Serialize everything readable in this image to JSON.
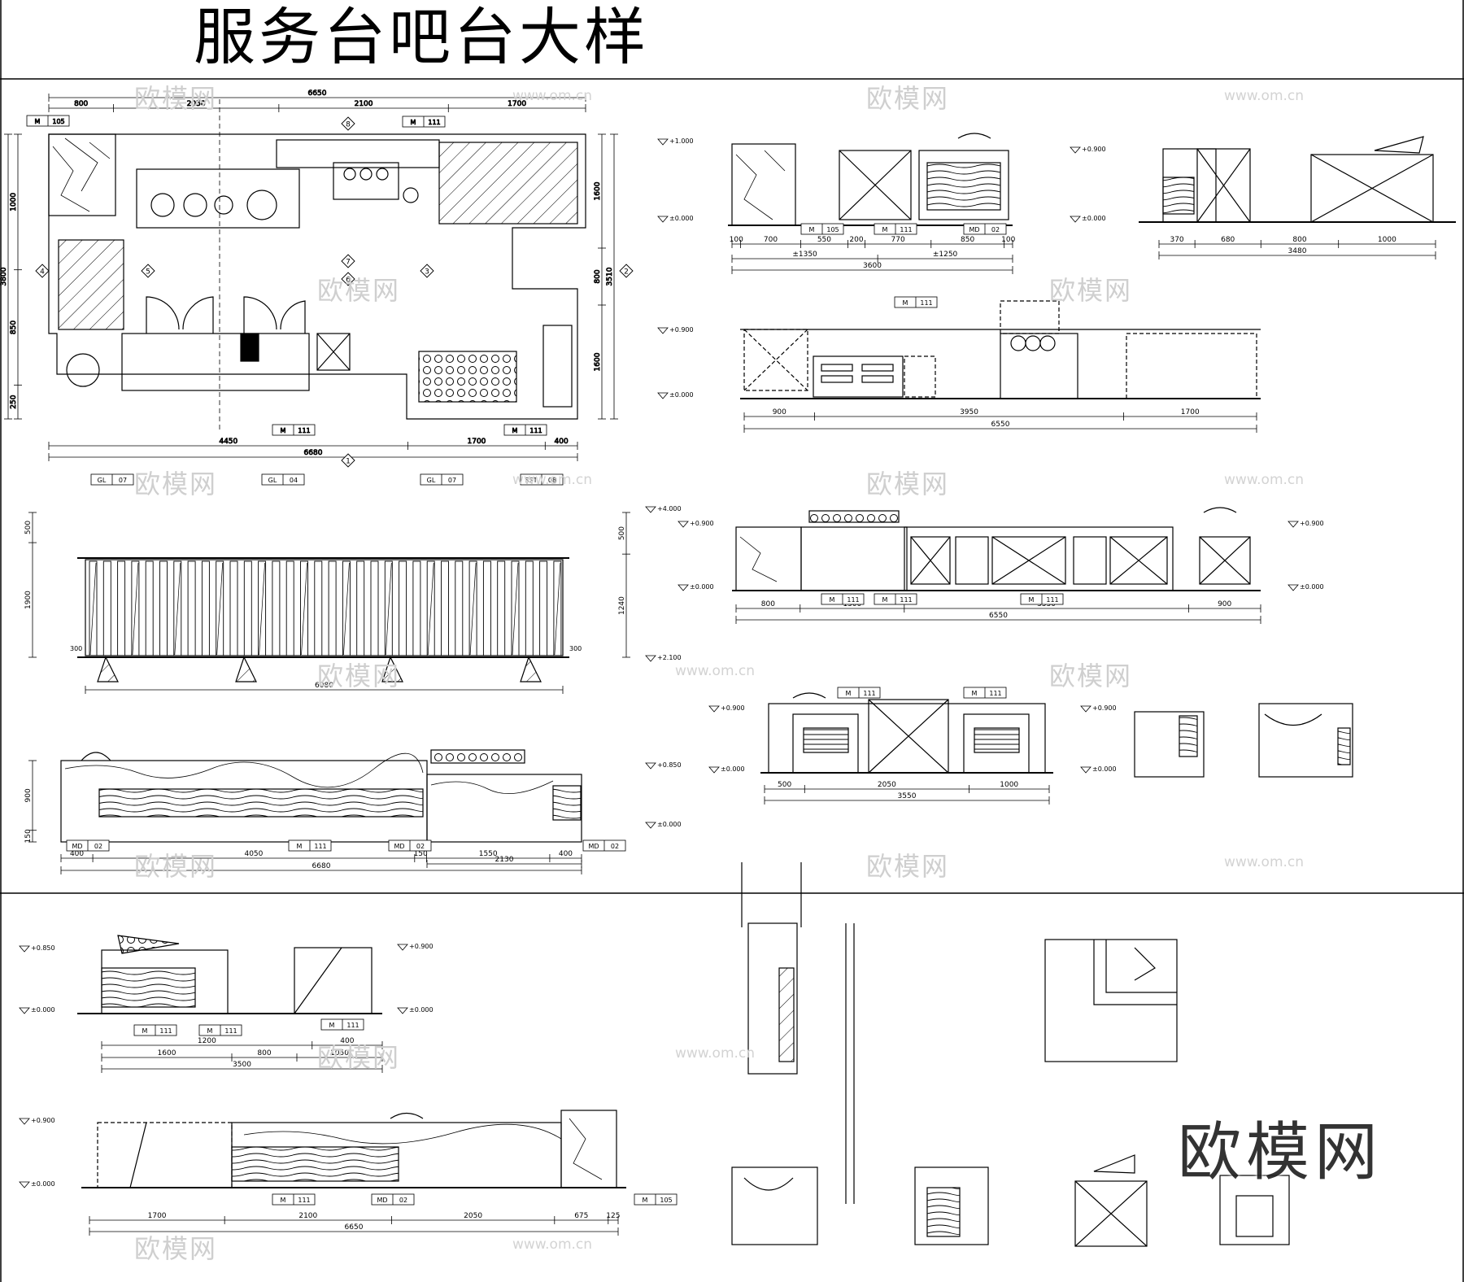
{
  "sheet": {
    "title": "服务台吧台大样"
  },
  "watermark": {
    "brand": "欧模网",
    "url": "www.om.cn"
  },
  "plan": {
    "dims_top": [
      "800",
      "2050",
      "2100",
      "1700"
    ],
    "dim_top_total": "6650",
    "dims_bottom": [
      "4450",
      "1700",
      "400"
    ],
    "dim_bottom_total": "6680",
    "dims_left": [
      "1000",
      "850",
      "250"
    ],
    "dim_left_total": "3800",
    "dims_right": [
      "1600",
      "800",
      "1600"
    ],
    "dim_right_total": "3510",
    "callouts": [
      "1",
      "2",
      "3",
      "4",
      "5",
      "6",
      "7",
      "8"
    ],
    "tags": [
      "M 105",
      "M 111",
      "M 111",
      "M 111"
    ]
  },
  "elev_front": {
    "dims_bottom": [
      "400",
      "4050",
      "150",
      "1550",
      "400"
    ],
    "dim_total": "6680",
    "dim_right": "2130",
    "dim_glass_total": "6080",
    "levels": [
      "+4.000",
      "±0.000",
      "+2.100",
      "+0.850"
    ],
    "tags": [
      "GL 07",
      "GL 04",
      "GL 07",
      "SST 08",
      "MD 02",
      "M 111",
      "MD 02",
      "MD 02"
    ],
    "side_dims": [
      "500",
      "1900",
      "1240",
      "300",
      "300",
      "900",
      "150"
    ]
  },
  "elev_r1": {
    "dims": [
      "100",
      "700",
      "550",
      "200",
      "770",
      "850",
      "100"
    ],
    "sub": [
      "±1350",
      "±1250"
    ],
    "total": "3600",
    "levels": [
      "+1.000",
      "±0.000"
    ],
    "tags": [
      "M 105",
      "M 111",
      "MD 02"
    ]
  },
  "elev_r1b": {
    "dims": [
      "370",
      "680",
      "800",
      "1000"
    ],
    "total": "3480",
    "levels": [
      "+0.900",
      "±0.000"
    ]
  },
  "elev_r2": {
    "dims": [
      "900",
      "3950",
      "1700"
    ],
    "total": "6550",
    "levels": [
      "+0.900",
      "±0.000"
    ],
    "tags": [
      "M 111"
    ]
  },
  "elev_r3": {
    "dims": [
      "800",
      "1300",
      "3550",
      "900"
    ],
    "total": "6550",
    "levels": [
      "+0.900",
      "±0.000",
      "+0.900",
      "±0.000"
    ],
    "tags": [
      "M 111",
      "M 111",
      "M 111"
    ]
  },
  "elev_r4": {
    "dims": [
      "500",
      "2050",
      "1000"
    ],
    "total": "3550",
    "levels": [
      "+0.900",
      "±0.000",
      "+0.900",
      "±0.000"
    ],
    "tags": [
      "M 111",
      "M 111"
    ]
  },
  "elev_b1": {
    "dims": [
      "1200",
      "400",
      "1600",
      "800",
      "1050"
    ],
    "total": "3500",
    "levels": [
      "+0.850",
      "±0.000",
      "+0.900",
      "±0.000"
    ],
    "tags": [
      "M 111",
      "M 111",
      "M 111"
    ]
  },
  "elev_b2": {
    "dims": [
      "1700",
      "2100",
      "2050",
      "675",
      "125"
    ],
    "total": "6650",
    "levels": [
      "+0.900",
      "±0.000"
    ],
    "tags": [
      "M 111",
      "MD 02",
      "M 105"
    ]
  }
}
